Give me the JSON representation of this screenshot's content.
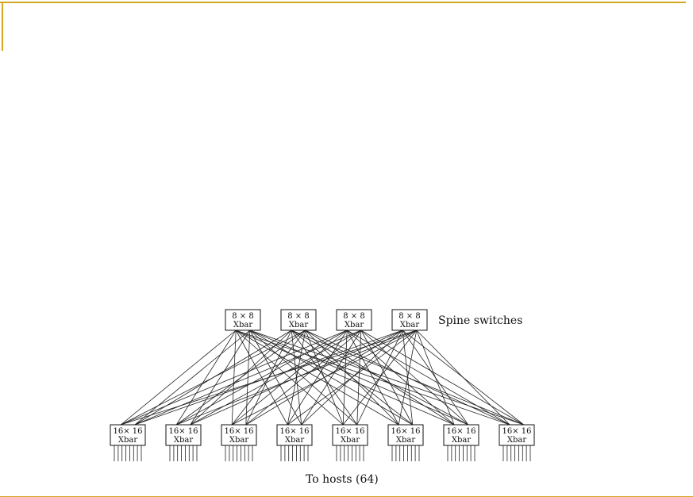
{
  "frame": {
    "accent_color": "#d4a820"
  },
  "diagram": {
    "spine_label": "Spine switches",
    "hosts_label": "To hosts (64)",
    "spine_switches": [
      {
        "line1": "8 × 8",
        "line2": "Xbar"
      },
      {
        "line1": "8 × 8",
        "line2": "Xbar"
      },
      {
        "line1": "8 × 8",
        "line2": "Xbar"
      },
      {
        "line1": "8 × 8",
        "line2": "Xbar"
      }
    ],
    "leaf_switches": [
      {
        "line1": "16× 16",
        "line2": "Xbar"
      },
      {
        "line1": "16× 16",
        "line2": "Xbar"
      },
      {
        "line1": "16× 16",
        "line2": "Xbar"
      },
      {
        "line1": "16× 16",
        "line2": "Xbar"
      },
      {
        "line1": "16× 16",
        "line2": "Xbar"
      },
      {
        "line1": "16× 16",
        "line2": "Xbar"
      },
      {
        "line1": "16× 16",
        "line2": "Xbar"
      },
      {
        "line1": "16× 16",
        "line2": "Xbar"
      }
    ],
    "host_ports_per_leaf": 8,
    "links_per_spine_leaf_pair": 2
  }
}
